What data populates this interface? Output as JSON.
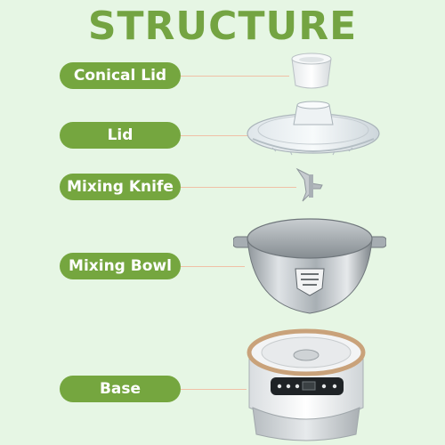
{
  "title": "STRUCTURE",
  "parts": [
    {
      "label": "Conical Lid"
    },
    {
      "label": "Lid"
    },
    {
      "label": "Mixing Knife"
    },
    {
      "label": "Mixing Bowl"
    },
    {
      "label": "Base"
    }
  ],
  "colors": {
    "background": "#e6f6e4",
    "title": "#74a442",
    "label_fill": "#75a63f",
    "label_text": "#ffffff",
    "leader_line": "#f0c0a6"
  }
}
